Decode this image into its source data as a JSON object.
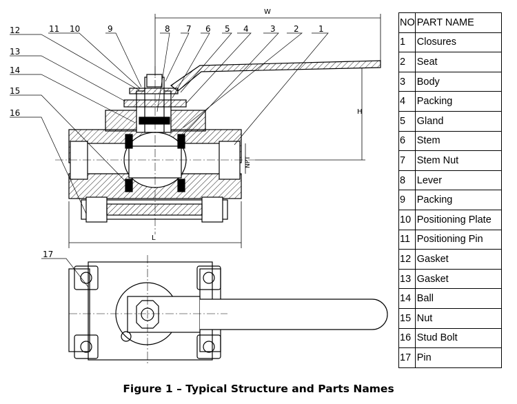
{
  "drawing": {
    "dimensions": {
      "width": "W",
      "height": "H",
      "length": "L",
      "thread": "NPT"
    },
    "callouts": [
      "1",
      "2",
      "3",
      "4",
      "5",
      "6",
      "7",
      "8",
      "9",
      "10",
      "11",
      "12",
      "13",
      "14",
      "15",
      "16",
      "17"
    ]
  },
  "table": {
    "header": {
      "no": "NO",
      "name": "PART NAME"
    },
    "rows": [
      {
        "no": "1",
        "name": "Closures"
      },
      {
        "no": "2",
        "name": "Seat"
      },
      {
        "no": "3",
        "name": "Body"
      },
      {
        "no": "4",
        "name": "Packing"
      },
      {
        "no": "5",
        "name": "Gland"
      },
      {
        "no": "6",
        "name": "Stem"
      },
      {
        "no": "7",
        "name": "Stem Nut"
      },
      {
        "no": "8",
        "name": "Lever"
      },
      {
        "no": "9",
        "name": "Packing"
      },
      {
        "no": "10",
        "name": "Positioning Plate"
      },
      {
        "no": "11",
        "name": "Positioning Pin"
      },
      {
        "no": "12",
        "name": "Gasket"
      },
      {
        "no": "13",
        "name": "Gasket"
      },
      {
        "no": "14",
        "name": "Ball"
      },
      {
        "no": "15",
        "name": "Nut"
      },
      {
        "no": "16",
        "name": "Stud Bolt"
      },
      {
        "no": "17",
        "name": "Pin"
      }
    ]
  },
  "caption": "Figure 1 – Typical Structure and Parts Names"
}
